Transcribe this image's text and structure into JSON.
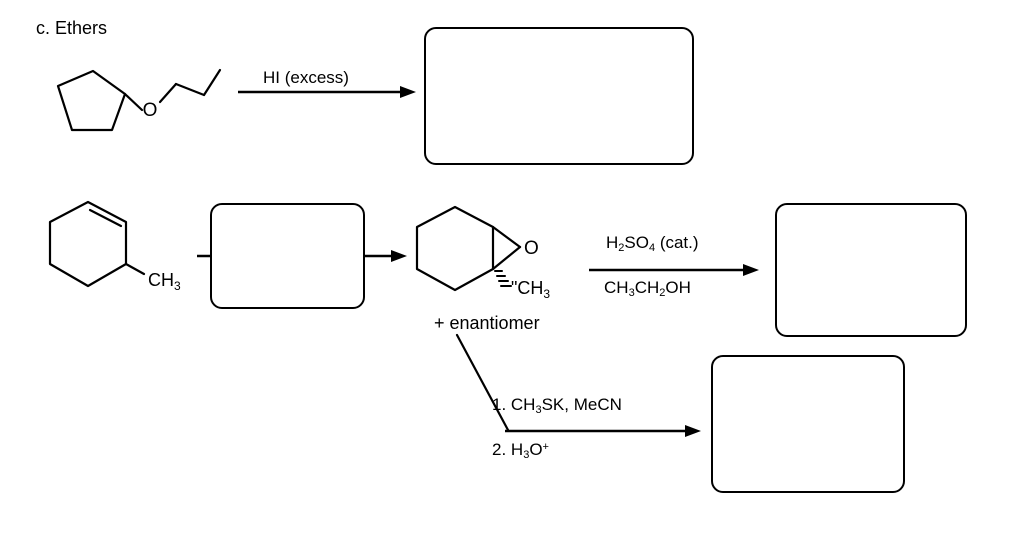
{
  "page": {
    "section_label": "c. Ethers",
    "background": "#ffffff",
    "line_color": "#000000"
  },
  "reaction1": {
    "reagent": "HI (excess)",
    "reactant_name": "cyclopentyl propyl ether",
    "product_box_label": "",
    "arrow": "reaction-arrow"
  },
  "reaction2": {
    "reactant_name": "1-methylcyclohexene",
    "reactant_substituent": "CH3",
    "reagent_box_label": "",
    "intermediate_name": "1-methyl-1,2-epoxycyclohexane",
    "intermediate_o_label": "O",
    "intermediate_ch3_label": "CH3",
    "enantiomer_note": "+ enantiomer"
  },
  "branch_top": {
    "reagent_above": "H2SO4 (cat.)",
    "reagent_below": "CH3CH2OH",
    "product_box_label": ""
  },
  "branch_bottom": {
    "reagent_above": "1. CH3SK, MeCN",
    "reagent_below": "2. H3O+",
    "product_box_label": ""
  }
}
